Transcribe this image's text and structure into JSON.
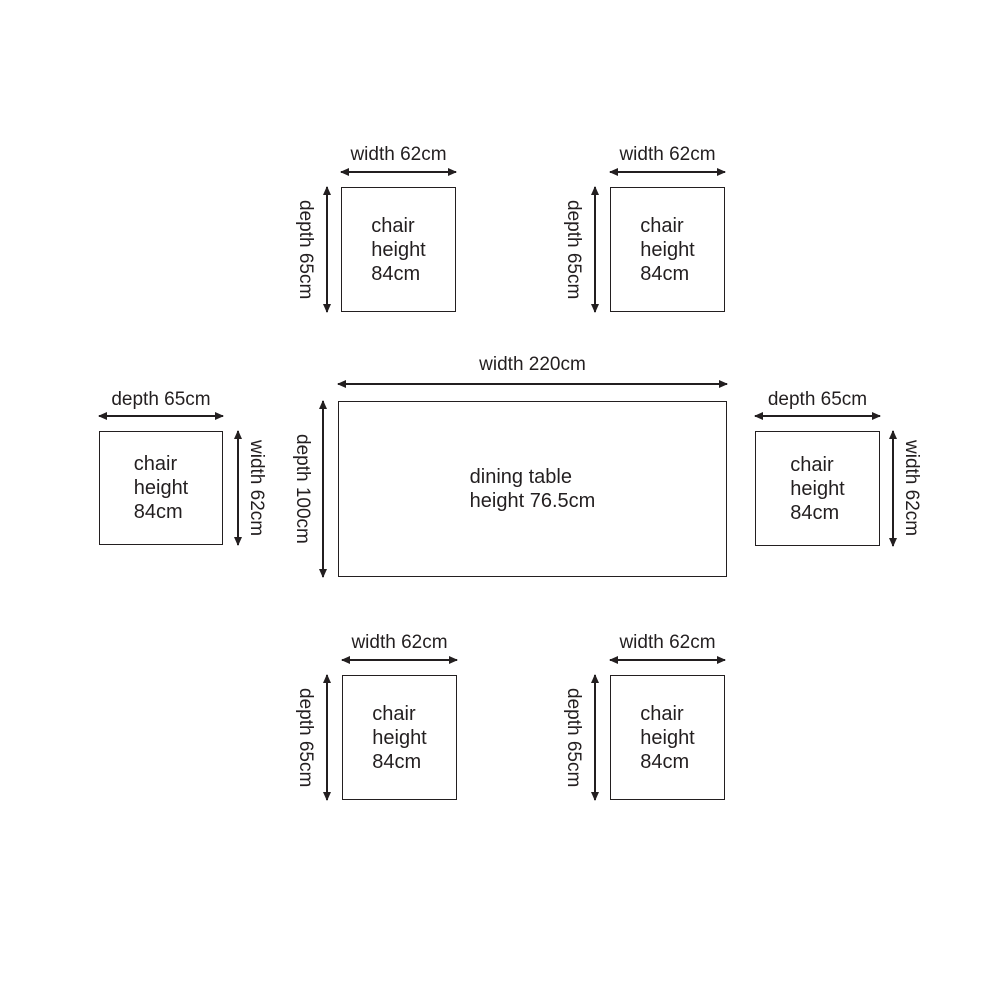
{
  "colors": {
    "ink": "#231f20",
    "background": "#ffffff"
  },
  "table": {
    "body": {
      "line1": "dining table",
      "line2": "height 76.5cm"
    },
    "width_label": "width 220cm",
    "depth_label": "depth 100cm"
  },
  "chair": {
    "body": {
      "line1": "chair",
      "line2": "height",
      "line3": "84cm"
    },
    "width_label": "width 62cm",
    "depth_label": "depth 65cm"
  }
}
